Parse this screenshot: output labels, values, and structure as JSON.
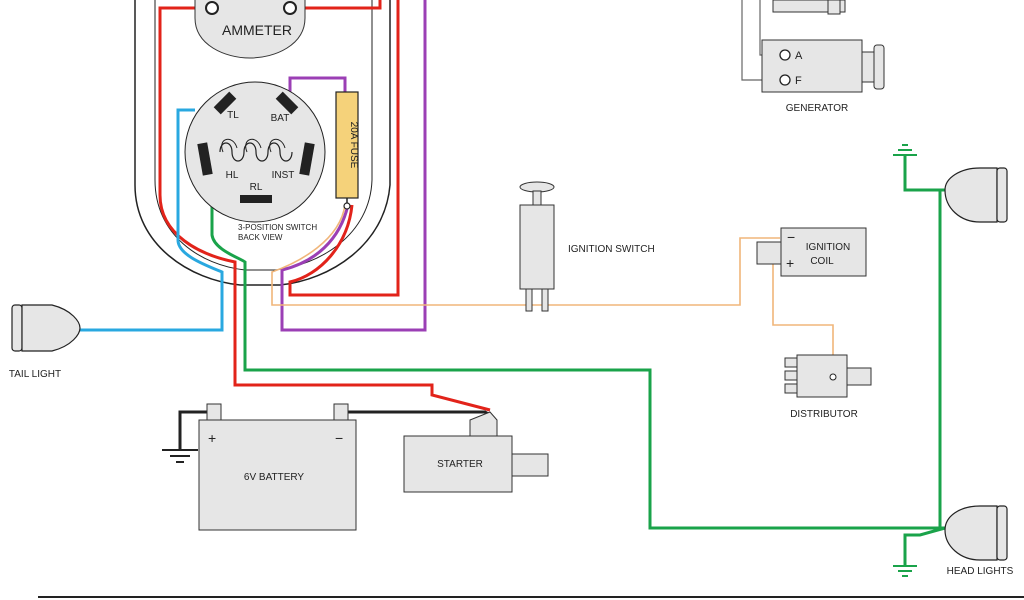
{
  "labels": {
    "ammeter": "AMMETER",
    "switch_tl": "TL",
    "switch_bat": "BAT",
    "switch_hl": "HL",
    "switch_rl": "RL",
    "switch_inst": "INST",
    "fuse": "20A FUSE",
    "switch_caption_1": "3-POSITION SWITCH",
    "switch_caption_2": "BACK VIEW",
    "generator": "GENERATOR",
    "gen_a": "A",
    "gen_f": "F",
    "ignition_switch": "IGNITION SWITCH",
    "ignition_coil_1": "IGNITION",
    "ignition_coil_2": "COIL",
    "coil_minus": "−",
    "coil_plus": "+",
    "distributor": "DISTRIBUTOR",
    "tail_light": "TAIL LIGHT",
    "battery": "6V BATTERY",
    "battery_plus": "+",
    "battery_minus": "−",
    "starter": "STARTER",
    "head_lights": "HEAD LIGHTS"
  },
  "wire_colors": {
    "red": "#e2231a",
    "purple": "#9b3fb5",
    "blue": "#29a8e0",
    "green": "#1aa34a",
    "tan": "#f0b67a",
    "black": "#222222",
    "gray": "#666666"
  }
}
